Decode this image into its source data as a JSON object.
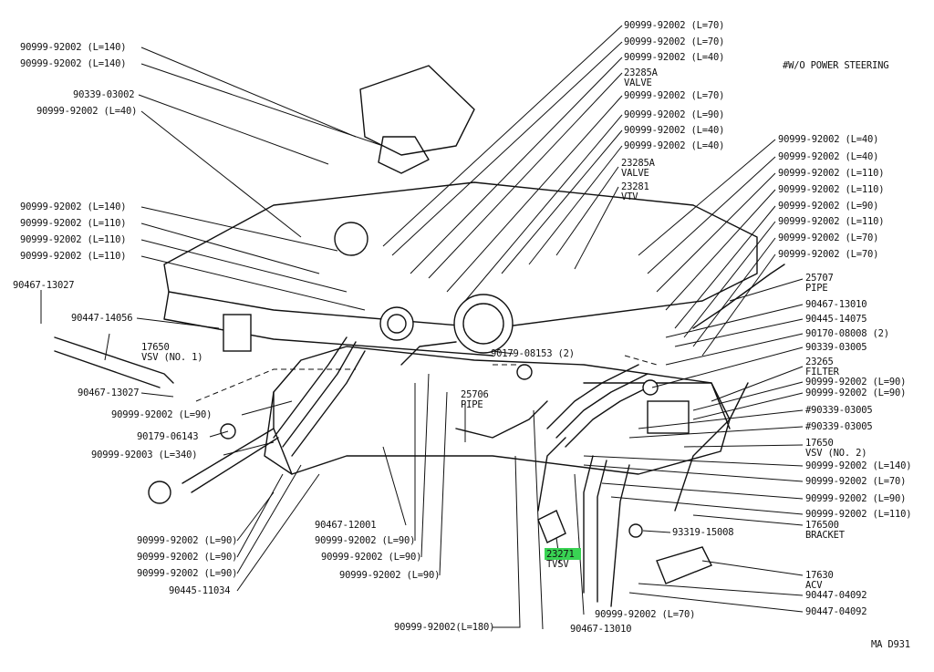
{
  "note": "#W/O POWER STEERING",
  "ref_code": "MA D931",
  "highlight_color": "#39d353",
  "callouts_left": [
    {
      "part": "90999-92002",
      "len": "(L=140)"
    },
    {
      "part": "90999-92002",
      "len": "(L=140)"
    },
    {
      "part": "90339-03002",
      "len": ""
    },
    {
      "part": "90999-92002",
      "len": "(L=40)"
    },
    {
      "part": "90999-92002",
      "len": "(L=140)"
    },
    {
      "part": "90999-92002",
      "len": "(L=110)"
    },
    {
      "part": "90999-92002",
      "len": "(L=110)"
    },
    {
      "part": "90999-92002",
      "len": "(L=110)"
    },
    {
      "part": "90467-13027",
      "len": ""
    },
    {
      "part": "90447-14056",
      "len": ""
    },
    {
      "part": "17650",
      "len": ""
    },
    {
      "part": "VSV (NO. 1)",
      "len": ""
    },
    {
      "part": "90467-13027",
      "len": ""
    },
    {
      "part": "90999-92002",
      "len": "(L=90)"
    },
    {
      "part": "90179-06143",
      "len": ""
    },
    {
      "part": "90999-92003",
      "len": "(L=340)"
    }
  ],
  "callouts_bottom": [
    {
      "part": "90999-92002",
      "len": "(L=90)"
    },
    {
      "part": "90999-92002",
      "len": "(L=90)"
    },
    {
      "part": "90999-92002",
      "len": "(L=90)"
    },
    {
      "part": "90445-11034",
      "len": ""
    },
    {
      "part": "90467-12001",
      "len": ""
    },
    {
      "part": "90999-92002",
      "len": "(L=90)"
    },
    {
      "part": "90999-92002",
      "len": "(L=90)"
    },
    {
      "part": "90999-92002",
      "len": "(L=90)"
    },
    {
      "part": "90999-92002",
      "len": "(L=180)"
    },
    {
      "part": "90467-13010",
      "len": ""
    },
    {
      "part": "90999-92002",
      "len": "(L=70)"
    }
  ],
  "callouts_center": [
    {
      "part": "90179-08153 (2)",
      "len": ""
    },
    {
      "part": "25706",
      "len": ""
    },
    {
      "part": "PIPE",
      "len": ""
    },
    {
      "part": "23271",
      "len": "",
      "highlight": true
    },
    {
      "part": "TVSV",
      "len": ""
    }
  ],
  "callouts_top": [
    {
      "part": "90999-92002",
      "len": "(L=70)"
    },
    {
      "part": "90999-92002",
      "len": "(L=70)"
    },
    {
      "part": "90999-92002",
      "len": "(L=40)"
    },
    {
      "part": "23285A",
      "len": ""
    },
    {
      "part": "VALVE",
      "len": ""
    },
    {
      "part": "90999-92002",
      "len": "(L=70)"
    },
    {
      "part": "90999-92002",
      "len": "(L=90)"
    },
    {
      "part": "90999-92002",
      "len": "(L=40)"
    },
    {
      "part": "90999-92002",
      "len": "(L=40)"
    },
    {
      "part": "23285A",
      "len": ""
    },
    {
      "part": "VALVE",
      "len": ""
    },
    {
      "part": "23281",
      "len": ""
    },
    {
      "part": "VTV",
      "len": ""
    }
  ],
  "callouts_right": [
    {
      "part": "90999-92002",
      "len": "(L=40)"
    },
    {
      "part": "90999-92002",
      "len": "(L=40)"
    },
    {
      "part": "90999-92002",
      "len": "(L=110)"
    },
    {
      "part": "90999-92002",
      "len": "(L=110)"
    },
    {
      "part": "90999-92002",
      "len": "(L=90)"
    },
    {
      "part": "90999-92002",
      "len": "(L=110)"
    },
    {
      "part": "90999-92002",
      "len": "(L=70)"
    },
    {
      "part": "90999-92002",
      "len": "(L=70)"
    },
    {
      "part": "25707",
      "len": ""
    },
    {
      "part": "PIPE",
      "len": ""
    },
    {
      "part": "90467-13010",
      "len": ""
    },
    {
      "part": "90445-14075",
      "len": ""
    },
    {
      "part": "90170-08008 (2)",
      "len": ""
    },
    {
      "part": "90339-03005",
      "len": ""
    },
    {
      "part": "23265",
      "len": ""
    },
    {
      "part": "FILTER",
      "len": ""
    },
    {
      "part": "90999-92002",
      "len": "(L=90)"
    },
    {
      "part": "90999-92002",
      "len": "(L=90)"
    },
    {
      "part": "#90339-03005",
      "len": ""
    },
    {
      "part": "#90339-03005",
      "len": ""
    },
    {
      "part": "17650",
      "len": ""
    },
    {
      "part": "VSV (NO. 2)",
      "len": ""
    },
    {
      "part": "90999-92002",
      "len": "(L=140)"
    },
    {
      "part": "90999-92002",
      "len": "(L=70)"
    },
    {
      "part": "90999-92002",
      "len": "(L=90)"
    },
    {
      "part": "90999-92002",
      "len": "(L=110)"
    },
    {
      "part": "93319-15008",
      "len": ""
    },
    {
      "part": "176500",
      "len": ""
    },
    {
      "part": "BRACKET",
      "len": ""
    },
    {
      "part": "17630",
      "len": ""
    },
    {
      "part": "ACV",
      "len": ""
    },
    {
      "part": "90447-04092",
      "len": ""
    },
    {
      "part": "90447-04092",
      "len": ""
    }
  ]
}
